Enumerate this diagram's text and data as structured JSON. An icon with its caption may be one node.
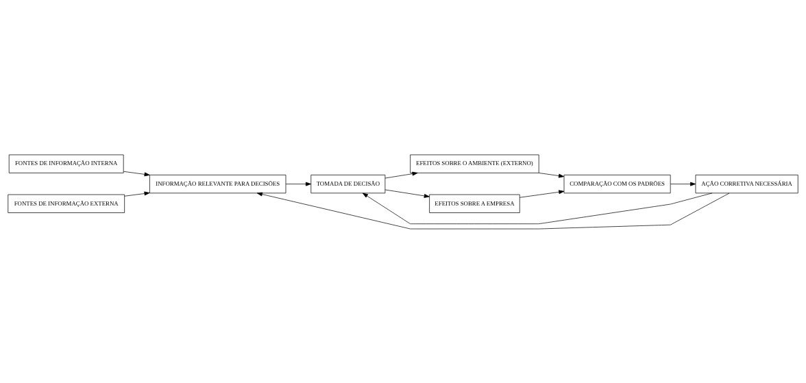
{
  "diagram": {
    "nodes": [
      {
        "text": [
          "FONTES DE INFORMAÇÃO INTERNA"
        ]
      },
      {
        "text": [
          "FONTES DE INFORMAÇÃO EXTERNA"
        ]
      },
      {
        "text": [
          "INFORMAÇÃO RELEVANTE PARA DECISÕES"
        ]
      },
      {
        "text": [
          "TOMADA DE DECISÃO"
        ]
      },
      {
        "text": [
          "EFEITOS SOBRE O AMBIENTE (EXTERNO)"
        ]
      },
      {
        "text": [
          "EFEITOS SOBRE A EMPRESA"
        ]
      },
      {
        "text": [
          "COMPARAÇÃO COM OS PADRÕES"
        ]
      },
      {
        "text": [
          "AÇÃO CORRETIVA NECESSÁRIA"
        ]
      }
    ],
    "edges": [
      {
        "from": 0,
        "to": 2,
        "arrow": "to"
      },
      {
        "from": 1,
        "to": 2,
        "arrow": "to"
      },
      {
        "from": 2,
        "to": 3,
        "arrow": "to"
      },
      {
        "from": 3,
        "to": 4,
        "arrow": "to"
      },
      {
        "from": 3,
        "to": 5,
        "arrow": "to"
      },
      {
        "from": 4,
        "to": 6,
        "arrow": "to"
      },
      {
        "from": 5,
        "to": 6,
        "arrow": "to"
      },
      {
        "from": 6,
        "to": 7,
        "arrow": "to"
      },
      {
        "from": 7,
        "to": 2,
        "arrow": "to"
      },
      {
        "from": 7,
        "to": 3,
        "arrow": "to"
      }
    ]
  }
}
